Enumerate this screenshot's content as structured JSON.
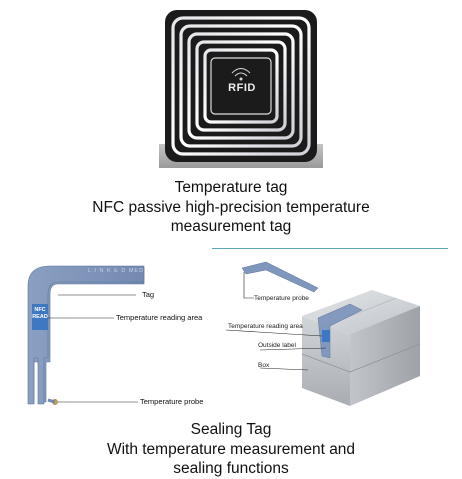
{
  "section1": {
    "chip_label": "RFID",
    "caption_line1": "Temperature tag",
    "caption_line2": "NFC passive high-precision temperature",
    "caption_line3": "measurement tag"
  },
  "section2": {
    "flat_tag": {
      "brand_text": "L I N K E D  MED",
      "nfc_label_1": "NFC",
      "nfc_label_2": "READ",
      "callout_tag": "Tag",
      "callout_reading_area": "Temperature reading area",
      "callout_probe": "Temperature probe"
    },
    "box": {
      "callout_probe": "Temperature probe",
      "callout_reading_area": "Temperature reading area",
      "callout_outside_label": "Outside label",
      "callout_box": "Box"
    },
    "caption_line1": "Sealing Tag",
    "caption_line2": "With temperature measurement and",
    "caption_line3": "sealing functions"
  },
  "colors": {
    "divider": "#5aa6b8",
    "tag_blue": "#7c93b8",
    "nfc_blue": "#3f78c2",
    "box_gray": "#cfd2d6",
    "rfid_dark": "#1b1b1b"
  }
}
